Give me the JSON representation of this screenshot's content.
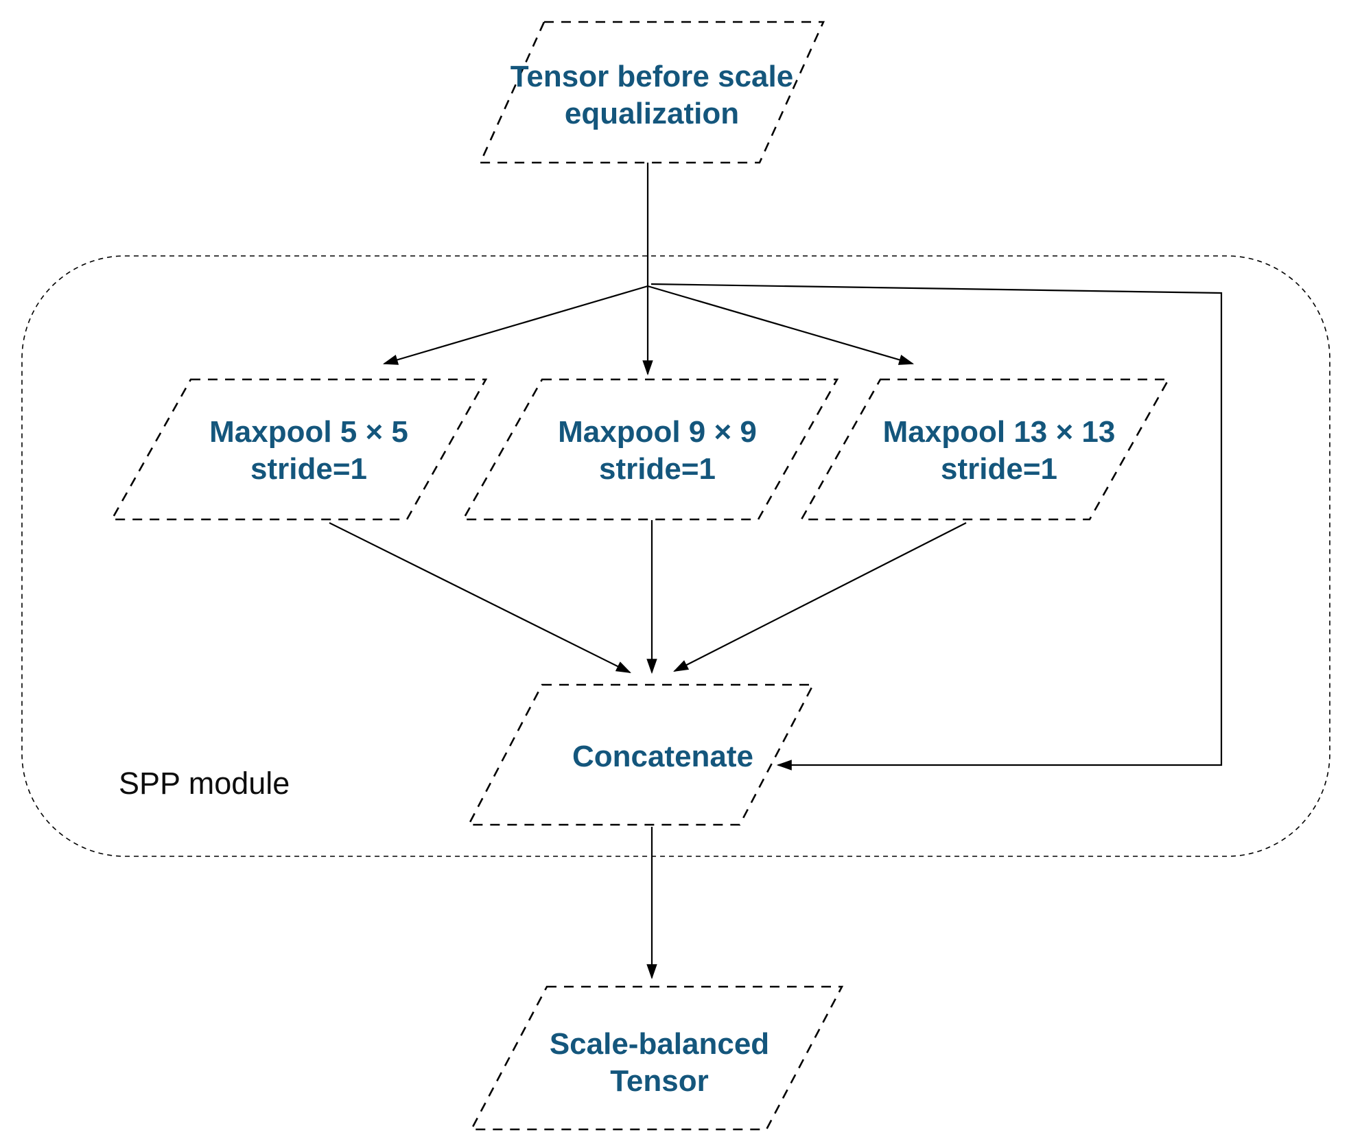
{
  "diagram": {
    "module_label": "SPP module",
    "colors": {
      "node_text": "#14567C",
      "module_label_text": "#0d0d0d",
      "line": "#000000",
      "background": "#ffffff"
    },
    "nodes": {
      "tensor_before": {
        "line1": "Tensor before scale",
        "line2": "equalization"
      },
      "maxpool5": {
        "line1": "Maxpool 5 × 5",
        "line2": "stride=1"
      },
      "maxpool9": {
        "line1": "Maxpool 9 × 9",
        "line2": "stride=1"
      },
      "maxpool13": {
        "line1": "Maxpool 13 × 13",
        "line2": "stride=1"
      },
      "concatenate": {
        "line1": "Concatenate"
      },
      "scale_balanced": {
        "line1": "Scale-balanced",
        "line2": "Tensor"
      }
    }
  }
}
